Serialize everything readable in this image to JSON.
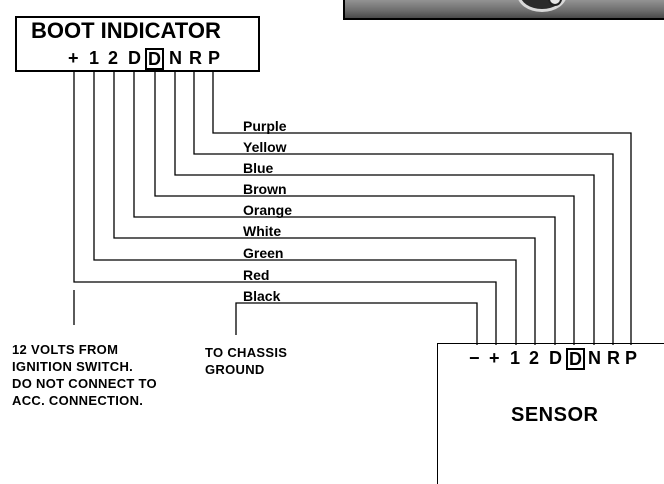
{
  "boot_indicator": {
    "title": "BOOT INDICATOR",
    "pins": [
      "+",
      "1",
      "2",
      "D",
      "D",
      "N",
      "R",
      "P"
    ]
  },
  "sensor": {
    "title": "SENSOR",
    "pins": [
      "−",
      "+",
      "1",
      "2",
      "D",
      "D",
      "N",
      "R",
      "P"
    ]
  },
  "wires": [
    "Purple",
    "Yellow",
    "Blue",
    "Brown",
    "Orange",
    "White",
    "Green",
    "Red",
    "Black"
  ],
  "notes": {
    "ignition": "12 VOLTS FROM\nIGNITION SWITCH.\nDO NOT CONNECT TO\nACC. CONNECTION.",
    "ground": "TO CHASSIS\nGROUND"
  }
}
